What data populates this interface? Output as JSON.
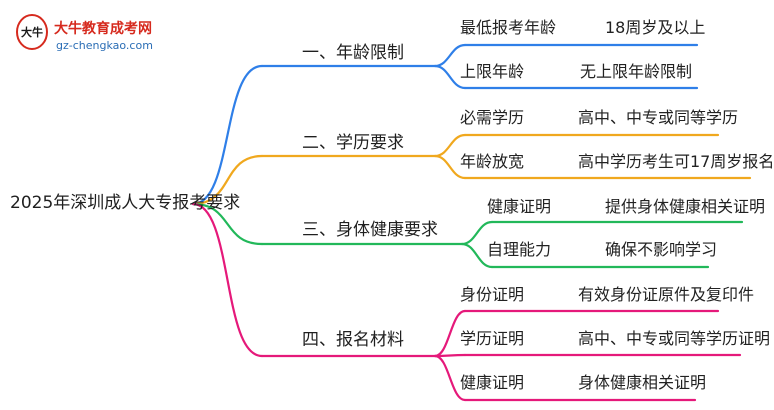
{
  "logo": {
    "title": "大牛教育成考网",
    "url": "gz-chengkao.com",
    "mark": "大牛"
  },
  "root": {
    "label": "2025年深圳成人大专报考要求"
  },
  "branches": [
    {
      "label": "一、年龄限制",
      "color": "#2f7fe8",
      "items": [
        {
          "name": "最低报考年龄",
          "value": "18周岁及以上"
        },
        {
          "name": "上限年龄",
          "value": "无上限年龄限制"
        }
      ]
    },
    {
      "label": "二、学历要求",
      "color": "#f0a81e",
      "items": [
        {
          "name": "必需学历",
          "value": "高中、中专或同等学历"
        },
        {
          "name": "年龄放宽",
          "value": "高中学历考生可17周岁报名"
        }
      ]
    },
    {
      "label": "三、身体健康要求",
      "color": "#22b85a",
      "items": [
        {
          "name": "健康证明",
          "value": "提供身体健康相关证明"
        },
        {
          "name": "自理能力",
          "value": "确保不影响学习"
        }
      ]
    },
    {
      "label": "四、报名材料",
      "color": "#e5197a",
      "items": [
        {
          "name": "身份证明",
          "value": "有效身份证原件及复印件"
        },
        {
          "name": "学历证明",
          "value": "高中、中专或同等学历证明"
        },
        {
          "name": "健康证明",
          "value": "身体健康相关证明"
        }
      ]
    }
  ]
}
